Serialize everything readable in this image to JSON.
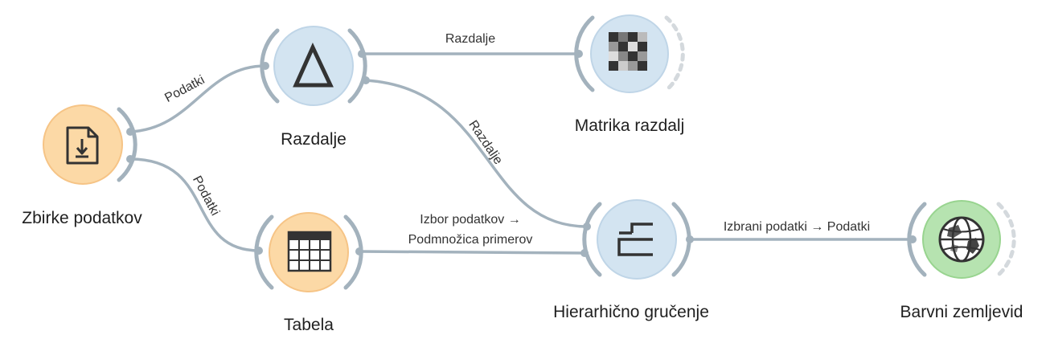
{
  "colors": {
    "link": "#a3b2bd",
    "arc": "#a3b2bd",
    "dashed": "#d4d9dd",
    "orange_fill": "#fcd9a6",
    "orange_edge": "#f6c486",
    "blue_fill": "#d3e4f1",
    "blue_edge": "#bfd5e7",
    "green_fill": "#b6e3b0",
    "green_edge": "#98d48f",
    "icon_dark": "#333333"
  },
  "nodes": [
    {
      "id": "file",
      "label": "Zbirke podatkov",
      "icon": "file-download-icon",
      "color": "orange"
    },
    {
      "id": "distances",
      "label": "Razdalje",
      "icon": "delta-icon",
      "color": "blue"
    },
    {
      "id": "distance_matrix",
      "label": "Matrika razdalj",
      "icon": "checker-matrix-icon",
      "color": "blue"
    },
    {
      "id": "table",
      "label": "Tabela",
      "icon": "table-grid-icon",
      "color": "orange"
    },
    {
      "id": "hier_clust",
      "label": "Hierarhično gručenje",
      "icon": "dendrogram-icon",
      "color": "blue"
    },
    {
      "id": "choropleth",
      "label": "Barvni zemljevid",
      "icon": "globe-icon",
      "color": "green"
    }
  ],
  "links": [
    {
      "id": "file_distances",
      "label": "Podatki"
    },
    {
      "id": "file_table",
      "label": "Podatki"
    },
    {
      "id": "distances_matrix",
      "label": "Razdalje"
    },
    {
      "id": "distances_clust",
      "label": "Razdalje"
    },
    {
      "id": "table_clust",
      "label_line1": "Izbor podatkov →",
      "label_line2": "Podmnožica primerov"
    },
    {
      "id": "clust_choropleth",
      "label": "Izbrani podatki → Podatki"
    }
  ]
}
